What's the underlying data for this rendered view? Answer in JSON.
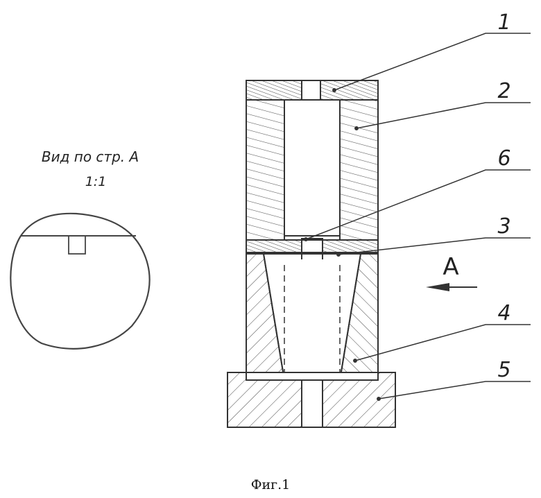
{
  "figure": {
    "caption": "Фиг.1",
    "view_label": "Вид по стр. А",
    "view_scale": "1:1",
    "arrow_letter": "А",
    "callouts": [
      "1",
      "2",
      "6",
      "3",
      "4",
      "5"
    ]
  },
  "colors": {
    "line": "#333333",
    "hatch": "#555555",
    "background": "#ffffff"
  }
}
